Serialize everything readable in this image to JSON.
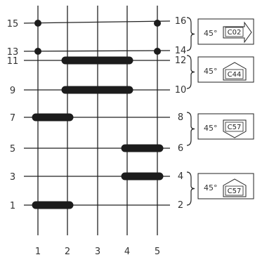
{
  "diagram": {
    "columns": [
      "1",
      "2",
      "3",
      "4",
      "5"
    ],
    "left_rows": [
      "15",
      "13",
      "11",
      "9",
      "7",
      "5",
      "3",
      "1"
    ],
    "right_rows": [
      "16",
      "14",
      "12",
      "10",
      "8",
      "6",
      "4",
      "2"
    ],
    "colors": {
      "grid": "#222222",
      "bar": "#1c1c1c",
      "text": "#333333"
    },
    "dots": [
      {
        "col": 1,
        "row": 15
      },
      {
        "col": 5,
        "row": 15
      },
      {
        "col": 1,
        "row": 13
      },
      {
        "col": 5,
        "row": 13
      }
    ],
    "bars": [
      {
        "from_col": 2,
        "to_col": 4,
        "row": 11
      },
      {
        "from_col": 2,
        "to_col": 4,
        "row": 9
      },
      {
        "from_col": 1,
        "to_col": 2,
        "row": 7
      },
      {
        "from_col": 4,
        "to_col": 5,
        "row": 5
      },
      {
        "from_col": 4,
        "to_col": 5,
        "row": 3
      },
      {
        "from_col": 1,
        "to_col": 2,
        "row": 1
      }
    ],
    "tags": [
      {
        "angle": "45°",
        "code": "C02",
        "direction": "right"
      },
      {
        "angle": "45°",
        "code": "C44",
        "direction": "up"
      },
      {
        "angle": "45°",
        "code": "C57",
        "direction": "down"
      },
      {
        "angle": "45°",
        "code": "C57",
        "direction": "up"
      }
    ]
  }
}
